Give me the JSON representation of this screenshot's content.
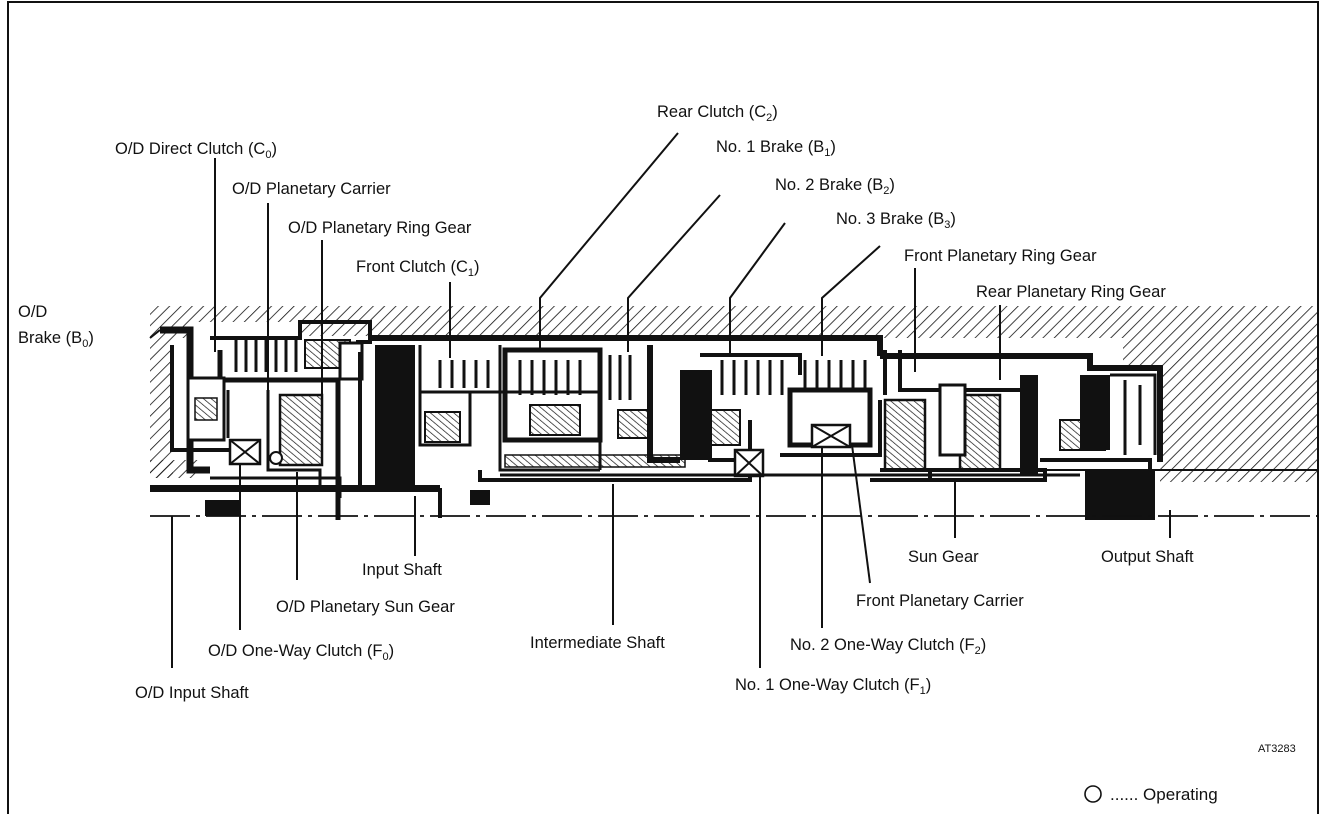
{
  "diagram": {
    "code": "AT3283",
    "legend": {
      "text": "...... Operating",
      "symbol": "circle"
    },
    "labels": [
      {
        "key": "od_brake",
        "lines": [
          "O/D",
          "Brake (B"
        ],
        "sub": "0",
        "tail": ")"
      },
      {
        "key": "od_direct_clutch",
        "text": "O/D Direct Clutch (C",
        "sub": "0",
        "tail": ")"
      },
      {
        "key": "od_planetary_carrier",
        "text": "O/D Planetary Carrier"
      },
      {
        "key": "od_planetary_ring_gear",
        "text": "O/D Planetary Ring Gear"
      },
      {
        "key": "front_clutch",
        "text": "Front Clutch (C",
        "sub": "1",
        "tail": ")"
      },
      {
        "key": "rear_clutch",
        "text": "Rear Clutch (C",
        "sub": "2",
        "tail": ")"
      },
      {
        "key": "no1_brake",
        "text": "No. 1 Brake (B",
        "sub": "1",
        "tail": ")"
      },
      {
        "key": "no2_brake",
        "text": "No. 2 Brake (B",
        "sub": "2",
        "tail": ")"
      },
      {
        "key": "no3_brake",
        "text": "No. 3 Brake (B",
        "sub": "3",
        "tail": ")"
      },
      {
        "key": "front_planetary_ring_gear",
        "text": "Front Planetary Ring Gear"
      },
      {
        "key": "rear_planetary_ring_gear",
        "text": "Rear Planetary Ring Gear"
      },
      {
        "key": "input_shaft",
        "text": "Input Shaft"
      },
      {
        "key": "od_planetary_sun_gear",
        "text": "O/D Planetary Sun Gear"
      },
      {
        "key": "od_one_way_clutch",
        "text": "O/D One-Way Clutch (F",
        "sub": "0",
        "tail": ")"
      },
      {
        "key": "od_input_shaft",
        "text": "O/D Input Shaft"
      },
      {
        "key": "intermediate_shaft",
        "text": "Intermediate Shaft"
      },
      {
        "key": "sun_gear",
        "text": "Sun Gear"
      },
      {
        "key": "output_shaft",
        "text": "Output Shaft"
      },
      {
        "key": "front_planetary_carrier",
        "text": "Front Planetary Carrier"
      },
      {
        "key": "no2_one_way_clutch",
        "text": "No. 2 One-Way Clutch (F",
        "sub": "2",
        "tail": ")"
      },
      {
        "key": "no1_one_way_clutch",
        "text": "No. 1 One-Way Clutch (F",
        "sub": "1",
        "tail": ")"
      }
    ]
  }
}
